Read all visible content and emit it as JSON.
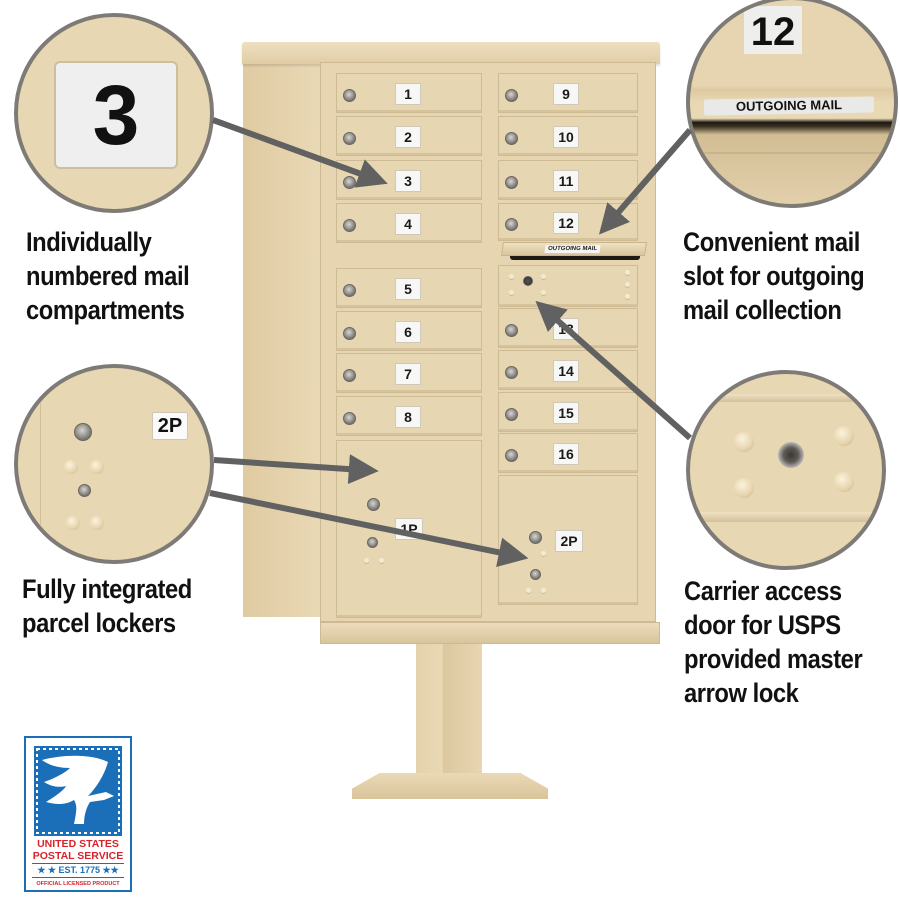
{
  "callouts": {
    "numbered": {
      "zoom_label": "3",
      "caption_lines": [
        "Individually",
        "numbered mail",
        "compartments"
      ]
    },
    "outgoing": {
      "zoom_number": "12",
      "zoom_label": "OUTGOING MAIL",
      "caption_lines": [
        "Convenient mail",
        "slot for outgoing",
        "mail collection"
      ]
    },
    "parcel": {
      "zoom_label": "2P",
      "caption_lines": [
        "Fully integrated",
        "parcel lockers"
      ]
    },
    "carrier": {
      "caption_lines": [
        "Carrier access",
        "door for USPS",
        "provided master",
        "arrow lock"
      ]
    }
  },
  "mailbox": {
    "left_doors": [
      "1",
      "2",
      "3",
      "4",
      "5",
      "6",
      "7",
      "8"
    ],
    "right_doors_upper": [
      "9",
      "10",
      "11",
      "12"
    ],
    "outgoing_slot_label": "OUTGOING MAIL",
    "right_doors_lower": [
      "13",
      "14",
      "15",
      "16"
    ],
    "parcel_lockers": [
      "1P",
      "2P"
    ]
  },
  "usps_logo": {
    "line1": "UNITED STATES",
    "line2": "POSTAL SERVICE",
    "est": "★ ★ EST. 1775 ★★",
    "licensed": "OFFICIAL LICENSED PRODUCT",
    "colors": {
      "blue": "#1b6fb8",
      "red": "#d8232a"
    }
  },
  "colors": {
    "sand": "#e7d6b2",
    "arrow": "#616161",
    "circle_border": "#7e7b77"
  }
}
